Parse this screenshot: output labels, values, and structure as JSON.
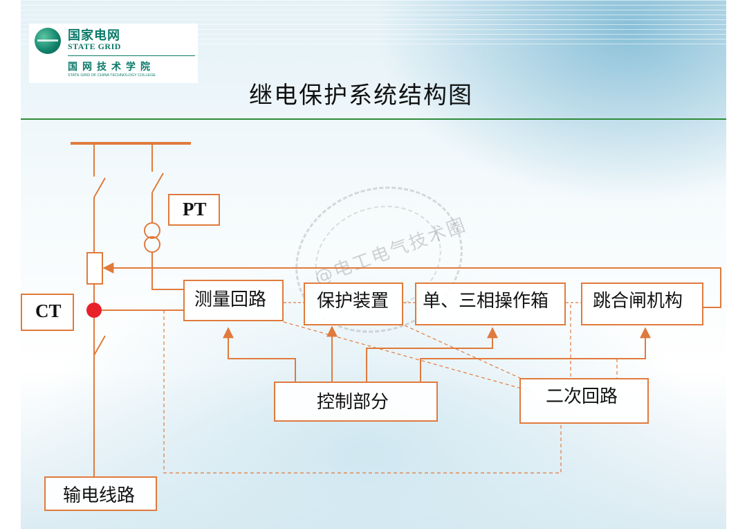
{
  "logo": {
    "name_cn": "国家电网",
    "name_en": "STATE GRID",
    "college_cn": "国网技术学院",
    "college_en": "STATE GRID OF CHINA TECHNOLOGY COLLEGE"
  },
  "title": "继电保护系统结构图",
  "watermark": "@电工电气技术圈",
  "diagram": {
    "pt": "PT",
    "ct": "CT",
    "measuring_circuit": "测量回路",
    "protection_device": "保护装置",
    "operation_box": "单、三相操作箱",
    "breaker_mechanism": "跳合闸机构",
    "control_part": "控制部分",
    "secondary_circuit": "二次回路",
    "transmission_line": "输电线路"
  },
  "colors": {
    "line": "#e07a3c",
    "breaker_dot": "#e8202a",
    "divider": "#2e8b3a",
    "logo": "#0b7a6a"
  }
}
